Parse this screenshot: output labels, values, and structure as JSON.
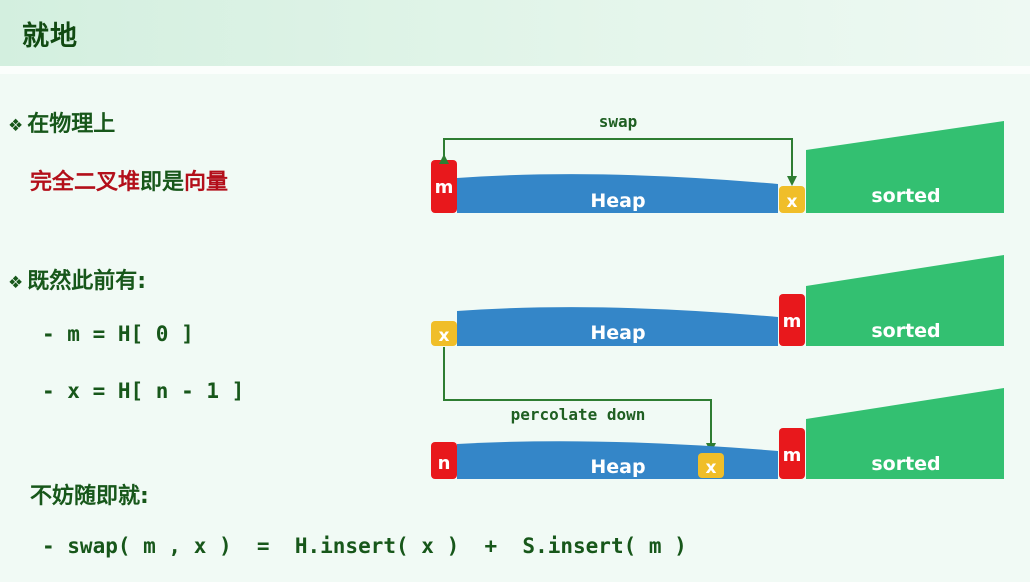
{
  "title": "就地",
  "bullet_icon": "diamond-four-icon",
  "left": {
    "heading1": "在物理上",
    "line1_red_a": "完全二叉堆",
    "line1_green": "即是",
    "line1_red_b": "向量",
    "heading2": "既然此前有:",
    "code1": "- m = H[ 0 ]",
    "code2": "- x = H[ n - 1 ]",
    "heading3": "不妨随即就:",
    "code3": "- swap( m , x )  =  H.insert( x )  +  S.insert( m )"
  },
  "diagram": {
    "colors": {
      "heap": "#3486c8",
      "sorted": "#33c071",
      "m_box": "#e8181c",
      "x_box": "#f0be29",
      "arrow": "#2e7d32"
    },
    "row1": {
      "arrow_label": "swap",
      "m": "m",
      "heap": "Heap",
      "x": "x",
      "sorted": "sorted"
    },
    "row2": {
      "x": "x",
      "heap": "Heap",
      "m": "m",
      "sorted": "sorted"
    },
    "row3": {
      "arrow_label": "percolate down",
      "n": "n",
      "heap": "Heap",
      "x": "x",
      "m": "m",
      "sorted": "sorted"
    }
  }
}
